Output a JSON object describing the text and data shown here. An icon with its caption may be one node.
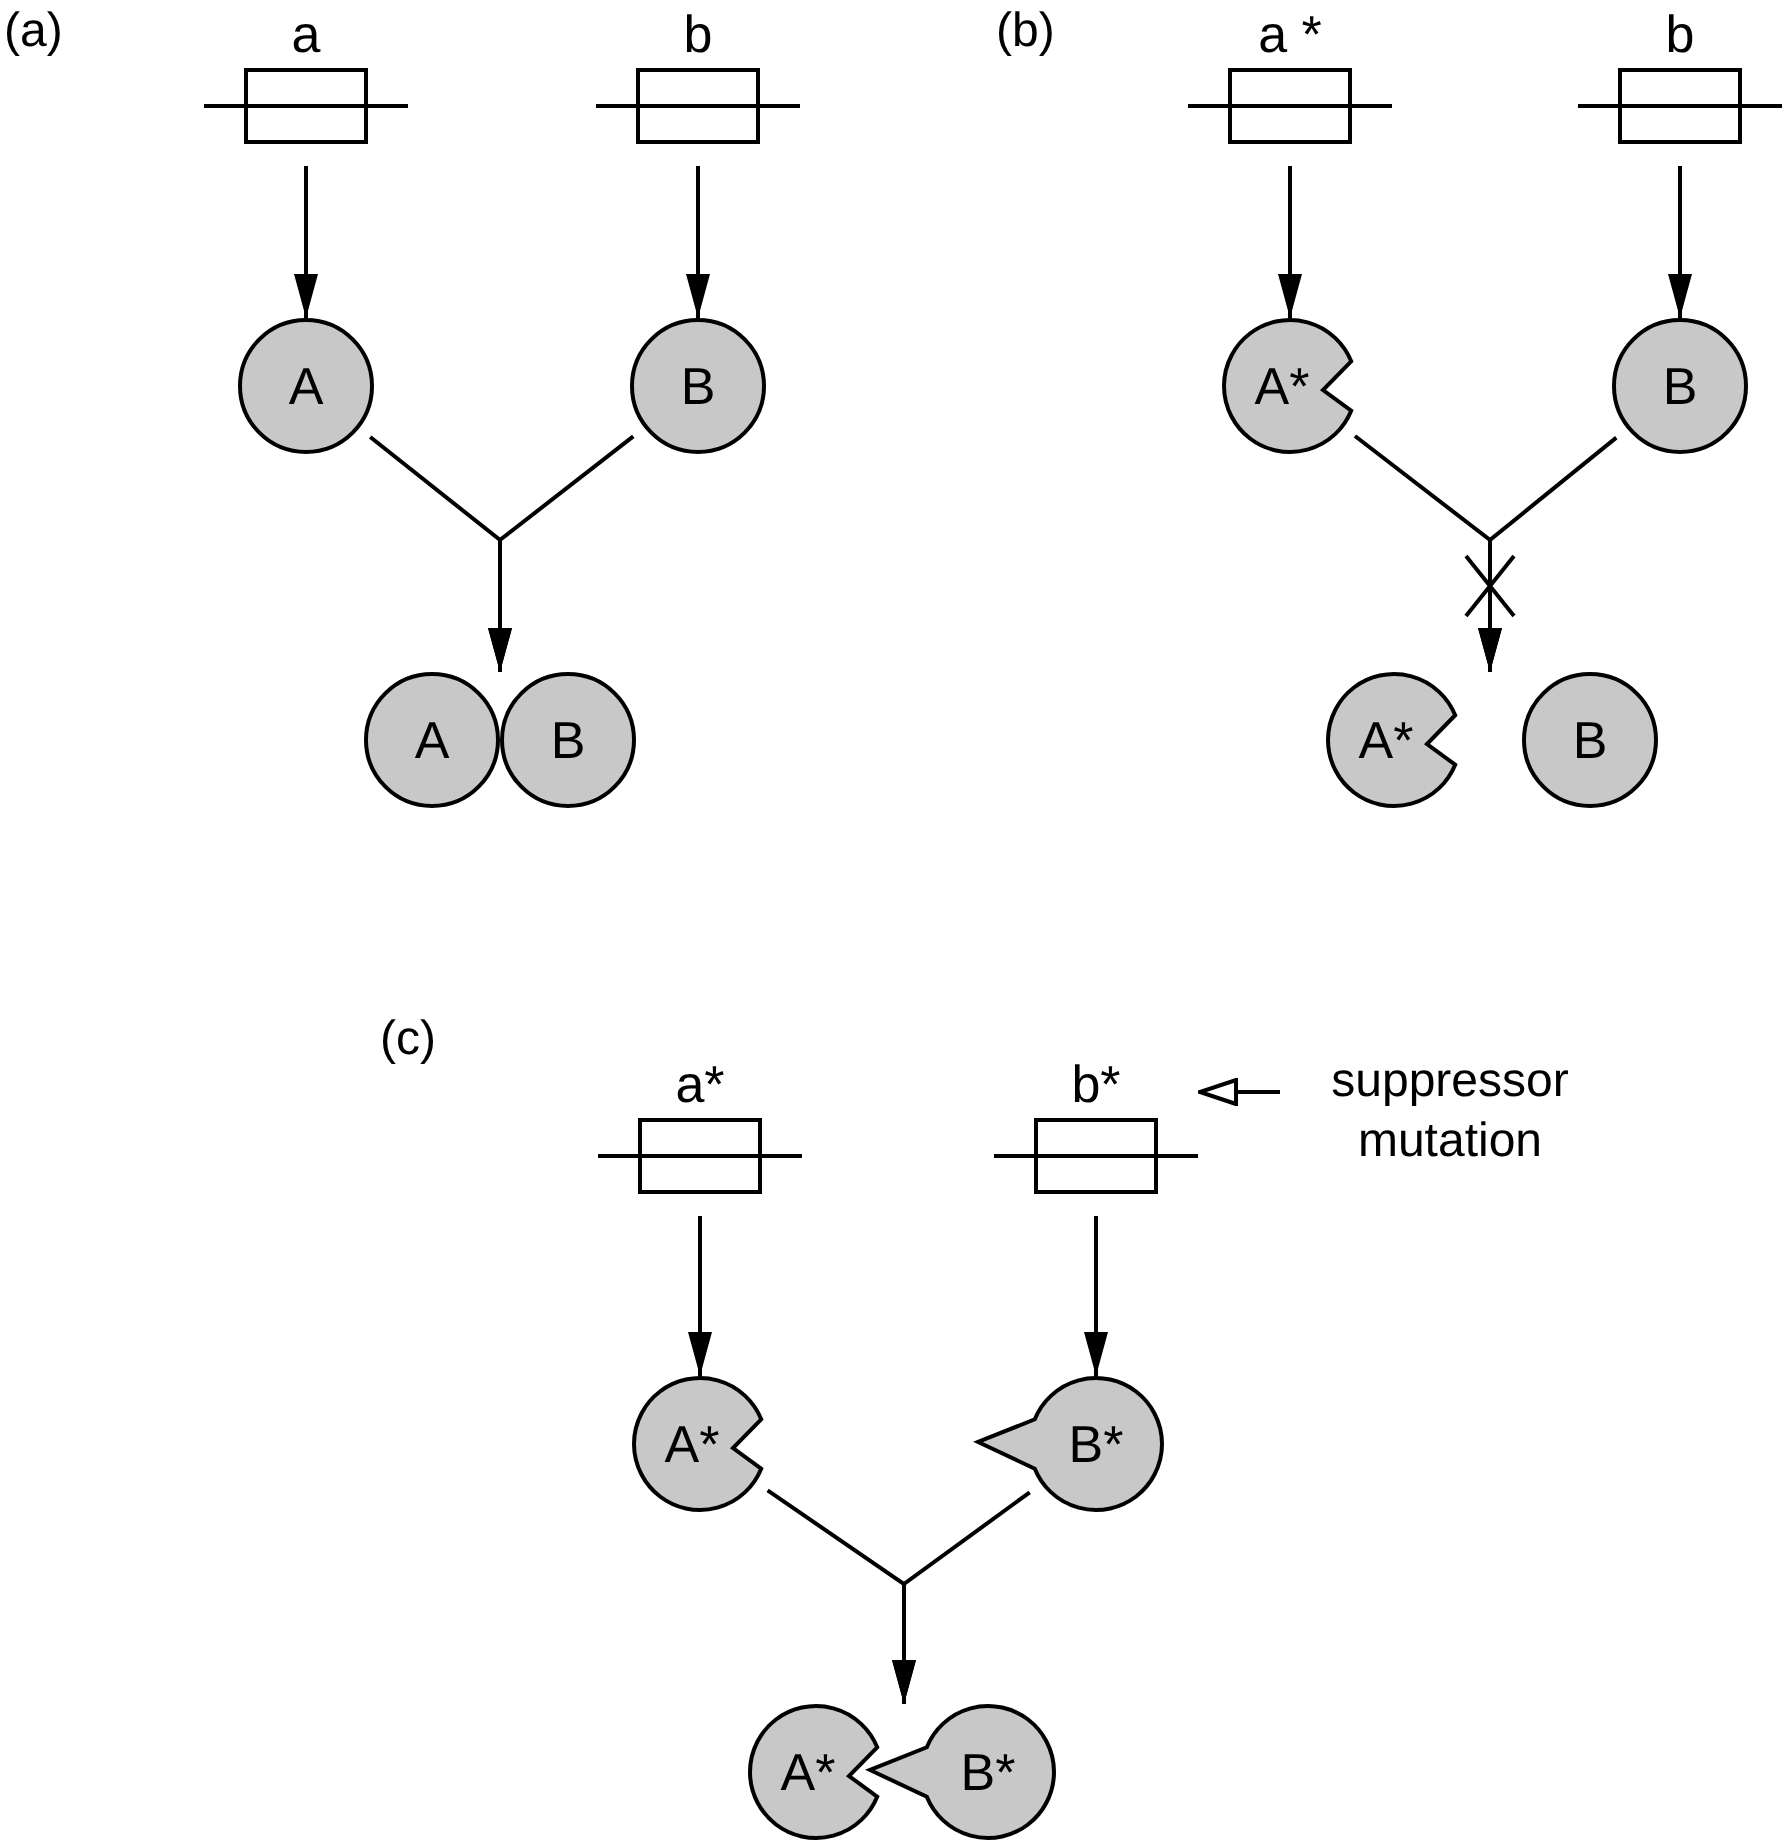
{
  "diagram": {
    "nodes": [
      {
        "text": [
          "a"
        ]
      },
      {
        "text": [
          "b"
        ]
      },
      {
        "text": [
          "A"
        ]
      },
      {
        "text": [
          "B"
        ]
      },
      {
        "text": [
          "A",
          "B"
        ]
      },
      {
        "text": [
          "a *"
        ]
      },
      {
        "text": [
          "b"
        ]
      },
      {
        "text": [
          "A*"
        ]
      },
      {
        "text": [
          "B"
        ]
      },
      {
        "text": [
          "A*",
          "B"
        ]
      },
      {
        "text": [
          "a*"
        ]
      },
      {
        "text": [
          "b*"
        ]
      },
      {
        "text": [
          "suppressor mutation"
        ]
      },
      {
        "text": [
          "A*"
        ]
      },
      {
        "text": [
          "B*"
        ]
      },
      {
        "text": [
          "A*",
          "B*"
        ]
      }
    ],
    "edges": [
      {
        "from": 0,
        "to": 2,
        "arrow": "to"
      },
      {
        "from": 1,
        "to": 3,
        "arrow": "to"
      },
      {
        "from": 2,
        "to": 4,
        "arrow": "to"
      },
      {
        "from": 3,
        "to": 4,
        "arrow": "to"
      },
      {
        "from": 5,
        "to": 7,
        "arrow": "to"
      },
      {
        "from": 6,
        "to": 8,
        "arrow": "to"
      },
      {
        "from": 7,
        "to": 9,
        "arrow": "to"
      },
      {
        "from": 8,
        "to": 9,
        "arrow": "to"
      },
      {
        "from": 12,
        "to": 11,
        "arrow": "to"
      },
      {
        "from": 10,
        "to": 13,
        "arrow": "to"
      },
      {
        "from": 11,
        "to": 14,
        "arrow": "to"
      },
      {
        "from": 13,
        "to": 15,
        "arrow": "to"
      },
      {
        "from": 14,
        "to": 15,
        "arrow": "to"
      }
    ],
    "labels": [
      "(a)",
      "(b)",
      "(c)"
    ]
  }
}
